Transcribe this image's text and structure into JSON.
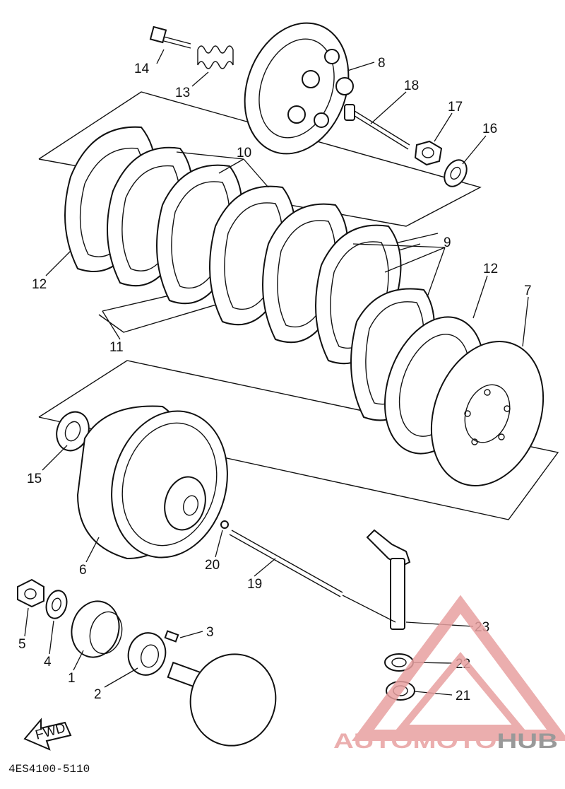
{
  "diagram": {
    "drawing_code": "4ES4100-5110",
    "fwd_label": "FWD",
    "callouts": [
      {
        "id": "c14",
        "text": "14"
      },
      {
        "id": "c13",
        "text": "13"
      },
      {
        "id": "c8",
        "text": "8"
      },
      {
        "id": "c18",
        "text": "18"
      },
      {
        "id": "c17",
        "text": "17"
      },
      {
        "id": "c16",
        "text": "16"
      },
      {
        "id": "c10",
        "text": "10"
      },
      {
        "id": "c9",
        "text": "9"
      },
      {
        "id": "c12a",
        "text": "12"
      },
      {
        "id": "c12b",
        "text": "12"
      },
      {
        "id": "c7",
        "text": "7"
      },
      {
        "id": "c11",
        "text": "11"
      },
      {
        "id": "c15",
        "text": "15"
      },
      {
        "id": "c6",
        "text": "6"
      },
      {
        "id": "c20",
        "text": "20"
      },
      {
        "id": "c19",
        "text": "19"
      },
      {
        "id": "c3",
        "text": "3"
      },
      {
        "id": "c5",
        "text": "5"
      },
      {
        "id": "c4",
        "text": "4"
      },
      {
        "id": "c1",
        "text": "1"
      },
      {
        "id": "c2",
        "text": "2"
      },
      {
        "id": "c23",
        "text": "23"
      },
      {
        "id": "c22",
        "text": "22"
      },
      {
        "id": "c21",
        "text": "21"
      }
    ]
  },
  "watermark": {
    "part1": "AUTOMOTO",
    "part2": "HUB",
    "color_primary": "#e8a0a0",
    "color_secondary": "#888888"
  }
}
